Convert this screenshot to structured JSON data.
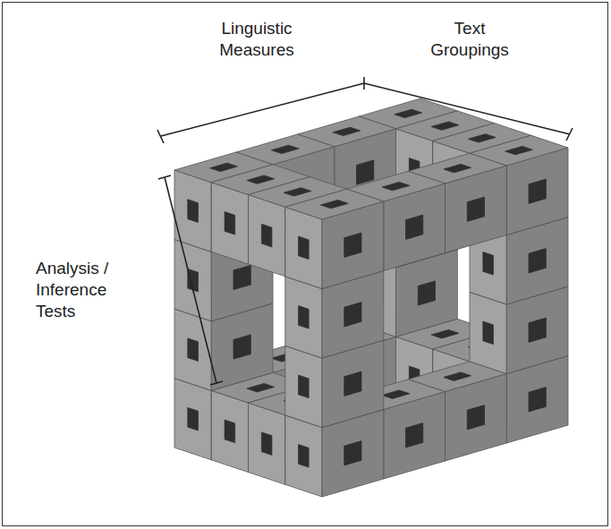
{
  "diagram": {
    "labels": [
      "Linguistic Measures",
      "Text Groupings",
      "Analysis / Inference Tests"
    ]
  }
}
